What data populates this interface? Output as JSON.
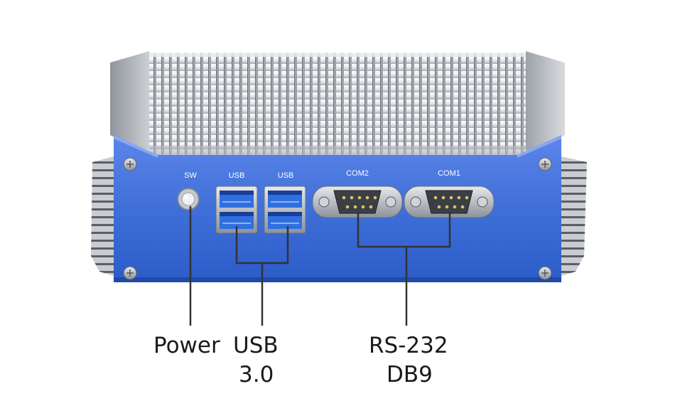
{
  "port_labels": {
    "sw": "SW",
    "usb_left": "USB",
    "usb_right": "USB",
    "com2": "COM2",
    "com1": "COM1"
  },
  "callouts": {
    "power": "Power",
    "usb_line1": "USB",
    "usb_line2": "3.0",
    "rs232_line1": "RS-232",
    "rs232_line2": "DB9"
  },
  "colors": {
    "panel_blue": "#3f6fd8",
    "fin_silver": "#d7d9dc",
    "usb_blue": "#2f6fe0",
    "connector_steel": "#8c929b",
    "leader_line": "#333333"
  }
}
